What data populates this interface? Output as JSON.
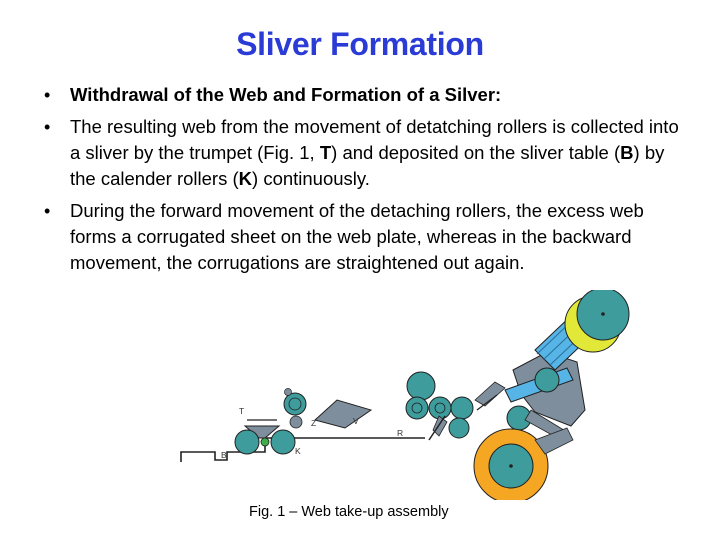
{
  "title": "Sliver Formation",
  "bullets": [
    {
      "text": "Withdrawal of the Web and Formation of a Silver:"
    },
    {
      "p1": "The resulting web from the movement of detatching rollers is collected into a sliver by the trumpet (Fig. 1, ",
      "k1": "T",
      "p2": ") and deposited on the sliver table (",
      "k2": "B",
      "p3": ") by the calender rollers (",
      "k3": "K",
      "p4": ") continuously."
    },
    {
      "text": " During the forward movement of the detaching rollers, the excess web forms a corrugated sheet on the web plate, whereas in the backward movement, the corrugations are straightened out again."
    }
  ],
  "figure": {
    "labels": {
      "T": "T",
      "Z": "Z",
      "V": "V",
      "R": "R",
      "B": "B",
      "K": "K"
    },
    "colors": {
      "teal": "#3e9c9c",
      "yellow": "#e2e838",
      "blue": "#56b4e6",
      "orange": "#f5a623",
      "gray": "#7f8e9c",
      "green": "#3fae4a"
    }
  },
  "caption": "Fig. 1 – Web take-up assembly"
}
